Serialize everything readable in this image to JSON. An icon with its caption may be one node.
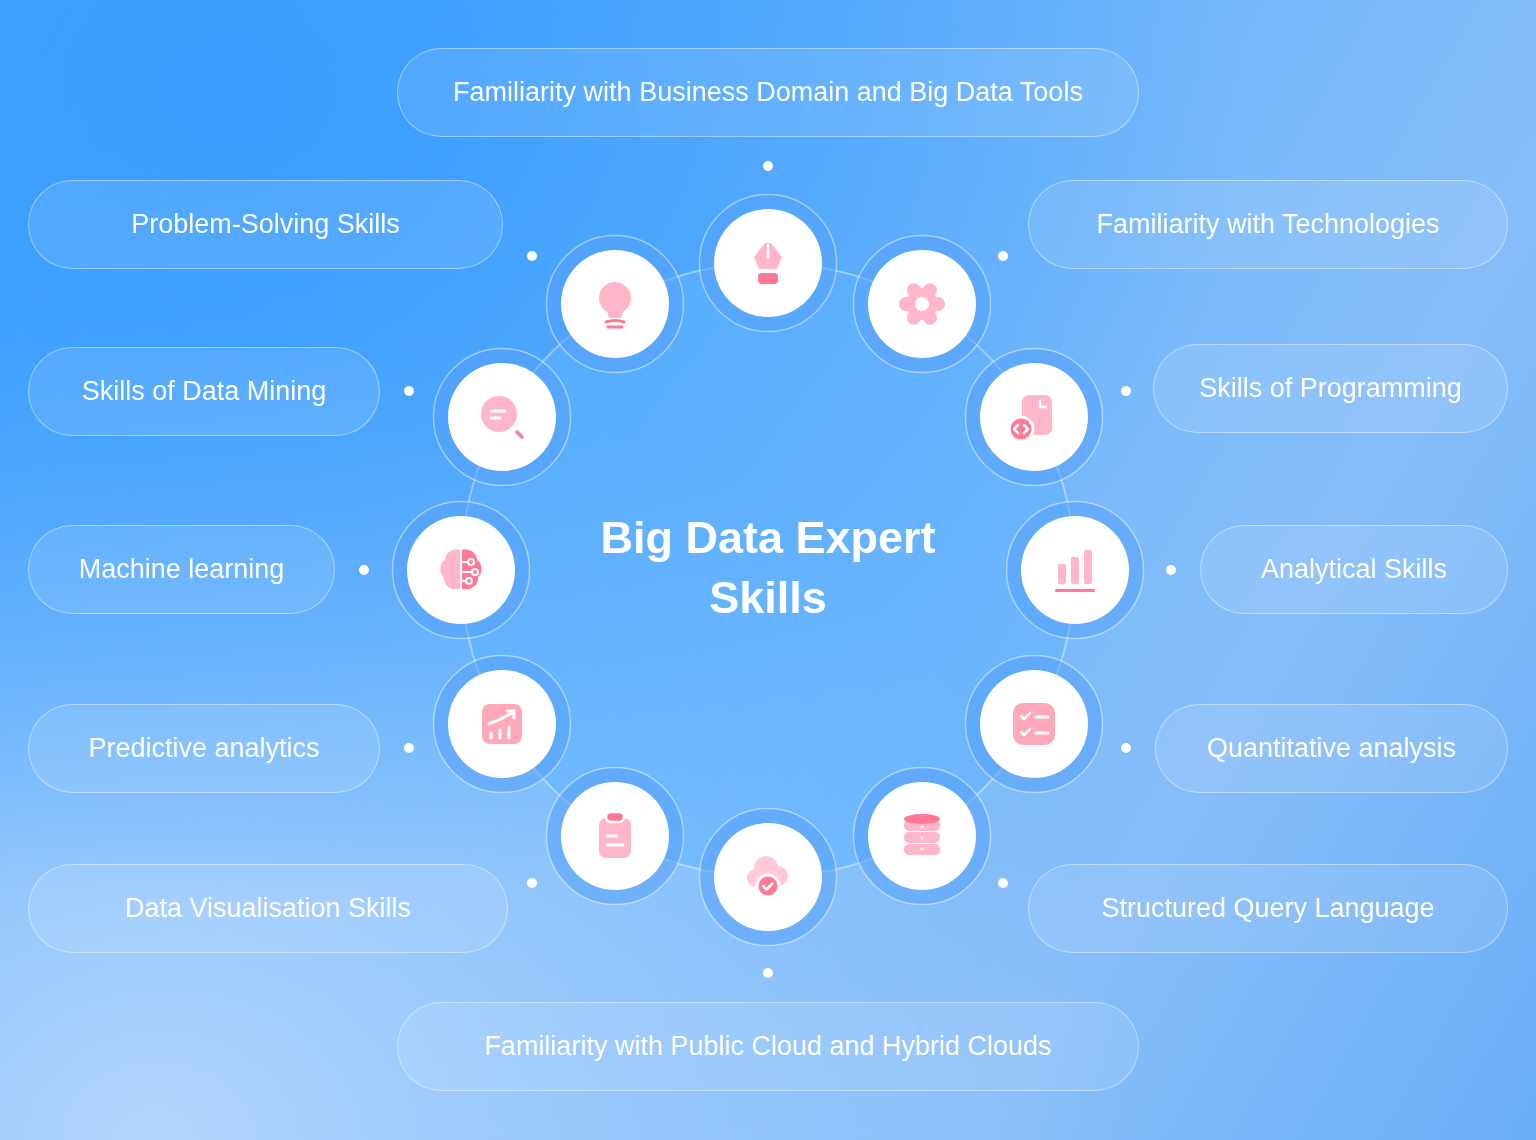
{
  "diagram": {
    "title": "Big Data Expert Skills",
    "nodes": [
      {
        "text": [
          "Familiarity with Business Domain and Big Data Tools"
        ]
      },
      {
        "text": [
          "Problem-Solving Skills"
        ]
      },
      {
        "text": [
          "Familiarity with Technologies"
        ]
      },
      {
        "text": [
          "Skills of Data Mining"
        ]
      },
      {
        "text": [
          "Skills of Programming"
        ]
      },
      {
        "text": [
          "Machine learning"
        ]
      },
      {
        "text": [
          "Analytical Skills"
        ]
      },
      {
        "text": [
          "Predictive analytics"
        ]
      },
      {
        "text": [
          "Quantitative analysis"
        ]
      },
      {
        "text": [
          "Data Visualisation Skills"
        ]
      },
      {
        "text": [
          "Structured Query Language"
        ]
      },
      {
        "text": [
          "Familiarity with Public Cloud and Hybrid Clouds"
        ]
      }
    ]
  }
}
